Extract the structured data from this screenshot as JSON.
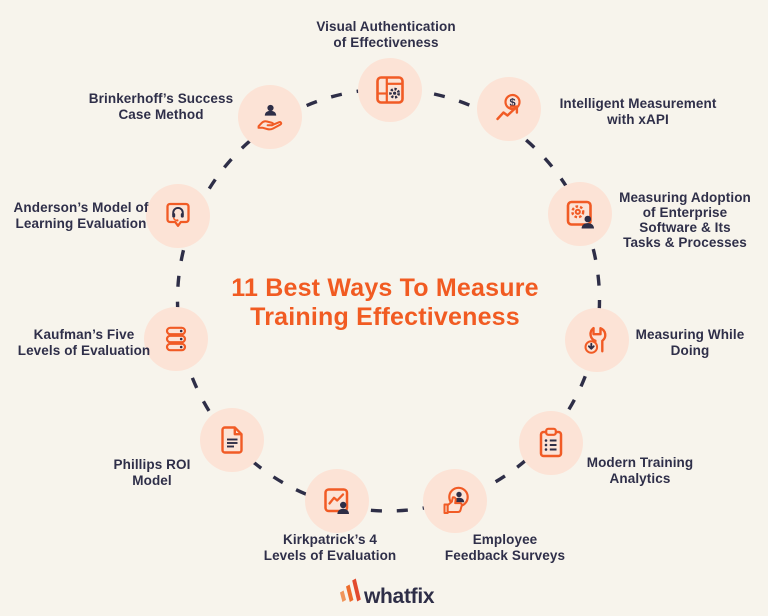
{
  "title": "11 Best Ways To Measure\nTraining Effectiveness",
  "brand": {
    "name": "whatfix"
  },
  "colors": {
    "background": "#f7f4ec",
    "accent_orange": "#f15b25",
    "navy": "#2e2e47",
    "node_fill": "#fce3d6",
    "logo_bar_light": "#f0955a",
    "logo_bar_mid": "#ed6c2c",
    "logo_bar_dark": "#e24a2e"
  },
  "nodes": [
    {
      "label": "Visual Authentication\nof Effectiveness",
      "icon": "dashboard-gear-icon"
    },
    {
      "label": "Intelligent Measurement\nwith xAPI",
      "icon": "dollar-growth-icon"
    },
    {
      "label": "Measuring Adoption\nof Enterprise\nSoftware & Its\nTasks & Processes",
      "icon": "software-gear-person-icon"
    },
    {
      "label": "Measuring While\nDoing",
      "icon": "wrench-download-icon"
    },
    {
      "label": "Modern Training\nAnalytics",
      "icon": "clipboard-checklist-icon"
    },
    {
      "label": "Employee\nFeedback Surveys",
      "icon": "thumbs-up-person-icon"
    },
    {
      "label": "Kirkpatrick’s 4\nLevels of Evaluation",
      "icon": "chart-person-icon"
    },
    {
      "label": "Phillips ROI\nModel",
      "icon": "document-icon"
    },
    {
      "label": "Kaufman’s Five\nLevels of Evaluation",
      "icon": "stacked-levels-icon"
    },
    {
      "label": "Anderson’s Model of\nLearning Evaluation",
      "icon": "headset-bubble-icon"
    },
    {
      "label": "Brinkerhoff’s Success\nCase Method",
      "icon": "hand-person-icon"
    }
  ]
}
